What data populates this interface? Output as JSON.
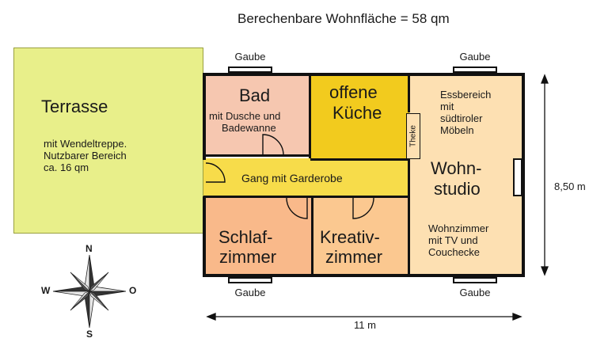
{
  "header": {
    "title": "Berechenbare Wohnfläche = 58 qm"
  },
  "rooms": {
    "terrasse": {
      "name": "Terrasse",
      "note": [
        "mit Wendeltreppe.",
        "Nutzbarer Bereich",
        "ca. 16 qm"
      ]
    },
    "bad": {
      "name": "Bad",
      "note": [
        "mit Dusche und",
        "Badewanne"
      ]
    },
    "kueche": {
      "name": [
        "offene",
        "Küche"
      ]
    },
    "theke": {
      "name": "Theke"
    },
    "ess": {
      "note": [
        "Essbereich",
        "mit",
        "südtiroler",
        "Möbeln"
      ]
    },
    "wohn": {
      "name": [
        "Wohn-",
        "studio"
      ],
      "note": [
        "Wohnzimmer",
        "mit TV und",
        "Couchecke"
      ]
    },
    "gang": {
      "name": "Gang mit Garderobe"
    },
    "schlaf": {
      "name": [
        "Schlaf-",
        "zimmer"
      ]
    },
    "kreativ": {
      "name": [
        "Kreativ-",
        "zimmer"
      ]
    }
  },
  "gauben": {
    "label": "Gaube"
  },
  "dimensions": {
    "width": "11 m",
    "height": "8,50 m"
  },
  "compass": {
    "n": "N",
    "s": "S",
    "w": "W",
    "o": "O"
  },
  "colors": {
    "terrasse": "#e8ef8a",
    "bad": "#f6c7b0",
    "kueche": "#f2cb1e",
    "wohn": "#fde0b2",
    "gang": "#f7dc4a",
    "schlaf": "#f9b98a",
    "kreativ": "#fbc890"
  }
}
